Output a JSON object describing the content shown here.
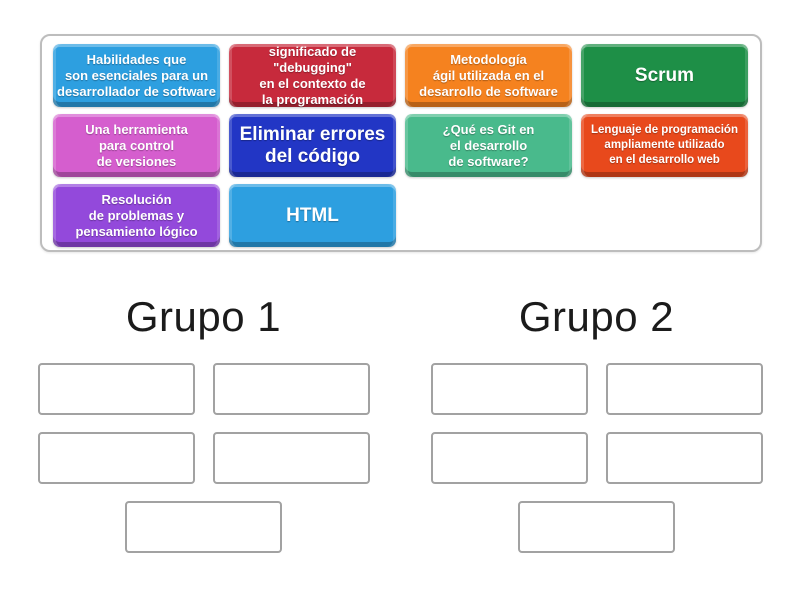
{
  "board": {
    "cards": [
      {
        "label": "Habilidades que\nson esenciales para un\ndesarrollador de software",
        "color": "#2d9fe0"
      },
      {
        "label": "significado de \"debugging\"\nen el contexto de\nla programación",
        "color": "#c72a3c"
      },
      {
        "label": "Metodología\nágil utilizada en el\ndesarrollo de software",
        "color": "#f5821f"
      },
      {
        "label": "Scrum",
        "color": "#1e8f47"
      },
      {
        "label": "Una herramienta\npara control\nde versiones",
        "color": "#d55ece"
      },
      {
        "label": "Eliminar errores\ndel código",
        "color": "#2236c5"
      },
      {
        "label": "¿Qué es Git en\nel desarrollo\nde software?",
        "color": "#49ba8c"
      },
      {
        "label": "Lenguaje de programación\nampliamente utilizado\nen el desarrollo web",
        "color": "#e8491c"
      },
      {
        "label": "Resolución\nde problemas y\npensamiento lógico",
        "color": "#9349db"
      },
      {
        "label": "HTML",
        "color": "#2d9fe0"
      }
    ]
  },
  "groups": {
    "slot_count": 5,
    "items": [
      {
        "title": "Grupo 1"
      },
      {
        "title": "Grupo 2"
      }
    ]
  },
  "colors": {
    "page_bg": "#ffffff",
    "board_border": "#bdbdbd",
    "slot_border": "#a2a2a2",
    "heading_text": "#1b1b1b",
    "card_text": "#ffffff"
  }
}
